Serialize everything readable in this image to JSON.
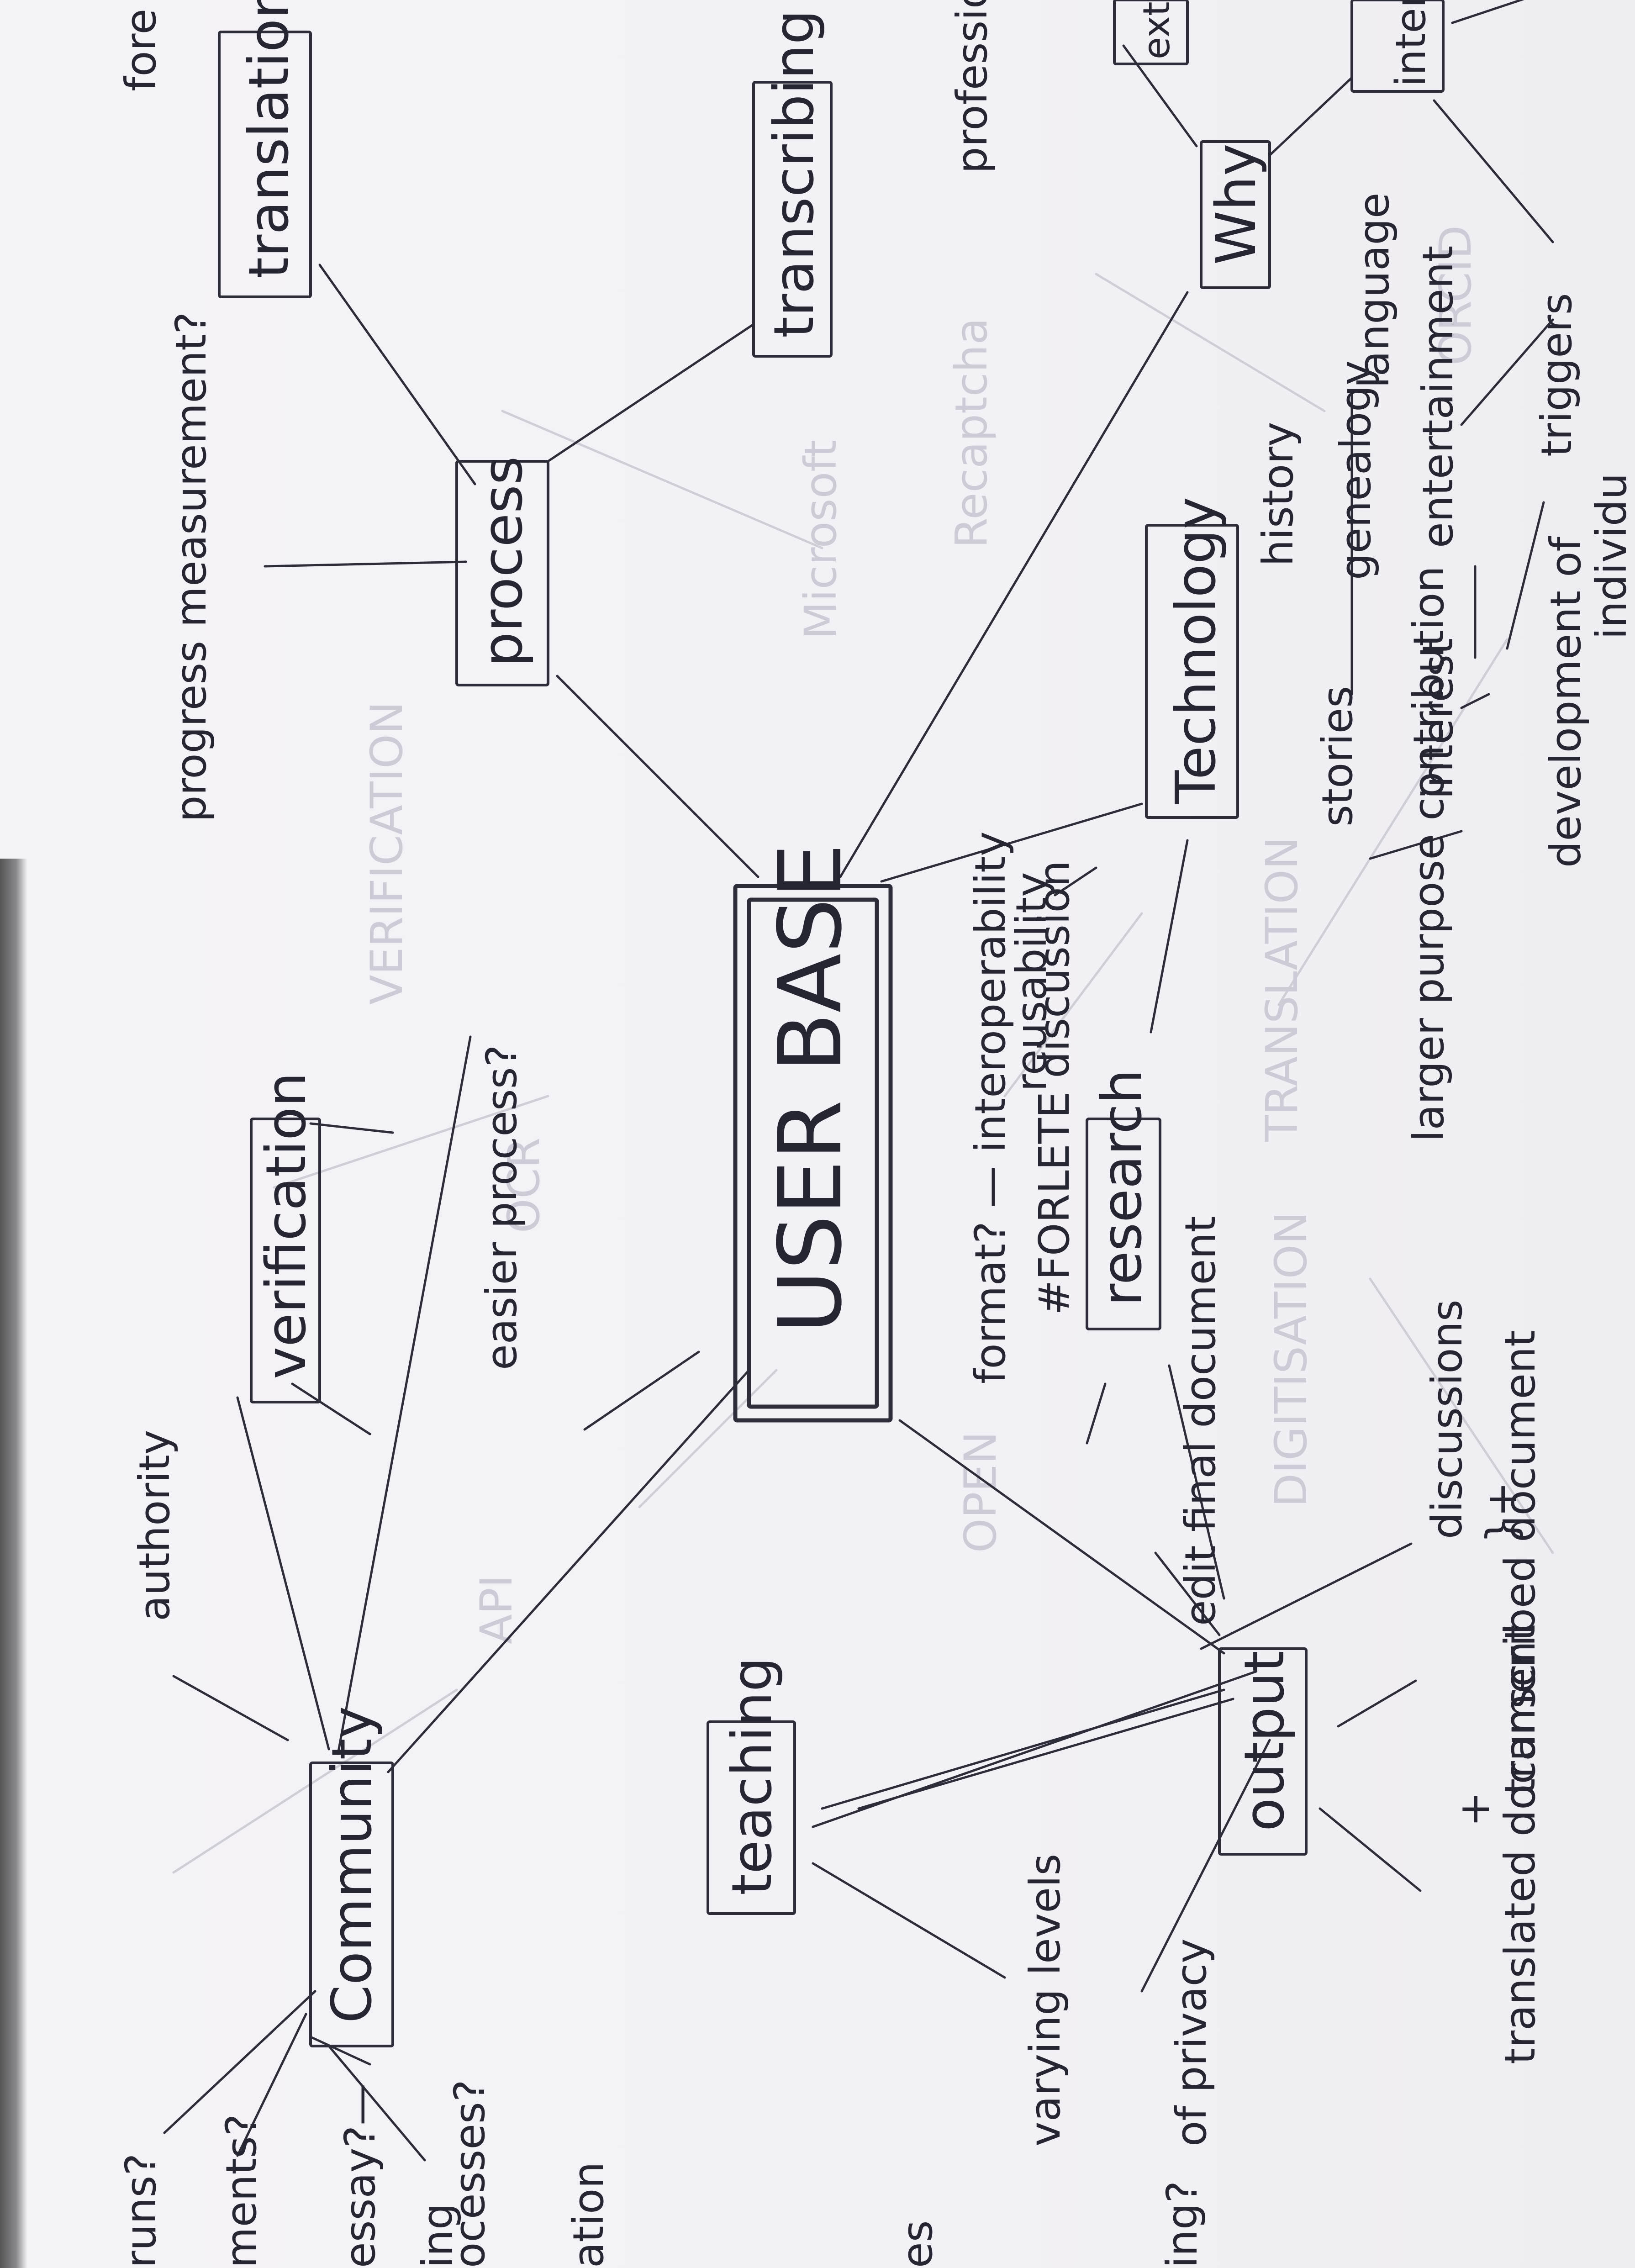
{
  "diagram": {
    "center": "USER BASE",
    "nodes": {
      "community": "Community",
      "verification": "verification",
      "process": "process",
      "translation": "translation",
      "transcribing": "transcribing",
      "why": "Why",
      "technology": "Technology",
      "research": "research",
      "output": "output",
      "teaching": "teaching",
      "top_right_a": "exte",
      "top_right_b": "inter"
    },
    "notes": {
      "progress_measurement": "progress measurement?",
      "easier_process": "easier process?",
      "authority": "authority",
      "format": "format? — interoperability",
      "forlete_discussion": "#FORLETE discussion",
      "reusability": "reusability",
      "edit_final_document": "edit final document",
      "discussions": "discussions",
      "translated_document": "translated document",
      "plus": "+",
      "transcribed_document": "transcribed document",
      "plus_brace": "}+",
      "varying_levels": "varying levels",
      "of_privacy": "of privacy",
      "stories": "stories",
      "history": "history",
      "genealogy": "genealogy",
      "language": "language",
      "larger_purpose": "larger purpose contribution",
      "interest": "interest",
      "entertainment": "entertainment",
      "development_of": "development of",
      "triggers": "triggers",
      "individual": "individu",
      "professio": "professio",
      "fore": "fore",
      "left_runs": "runs?",
      "left_ments": "ments?",
      "left_essay": "essay?—",
      "left_ing": "ing",
      "left_processes": "ocesses?",
      "left_ation": "ation",
      "left_es": "es",
      "left_ing2": "ing?"
    }
  }
}
